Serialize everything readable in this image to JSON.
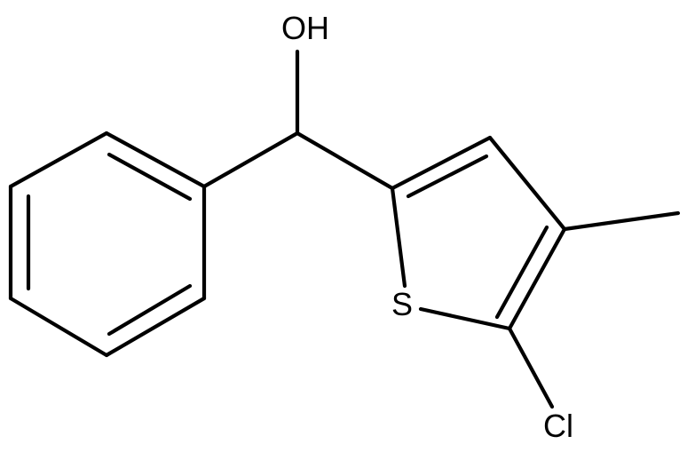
{
  "labels": {
    "hydroxyl": "OH",
    "sulfur": "S",
    "chlorine": "Cl"
  },
  "colors": {
    "background": "#ffffff",
    "bond": "#000000",
    "atom_label": "#000000"
  }
}
